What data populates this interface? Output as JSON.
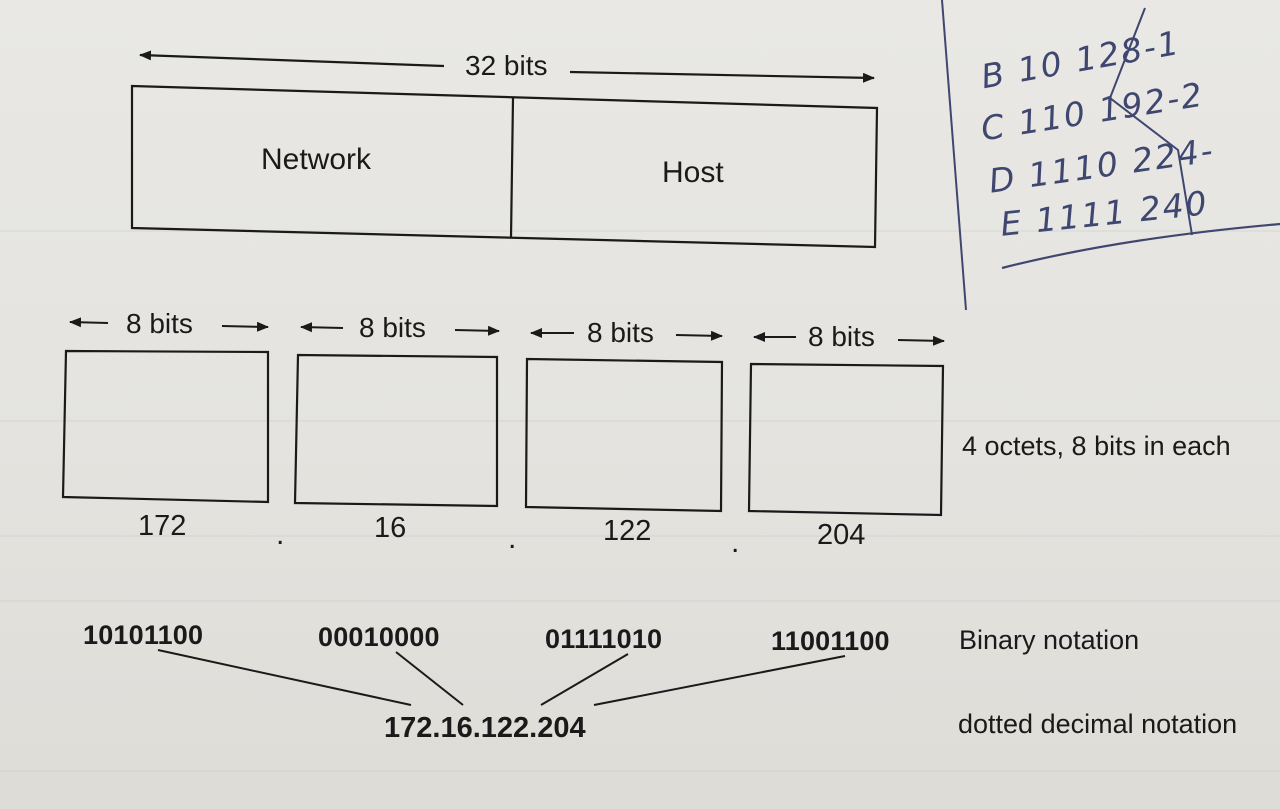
{
  "diagram": {
    "total_bits_label": "32 bits",
    "network_label": "Network",
    "host_label": "Host",
    "octet_bits_label": "8 bits",
    "octets": [
      {
        "decimal": "172",
        "binary": "10101100"
      },
      {
        "decimal": "16",
        "binary": "00010000"
      },
      {
        "decimal": "122",
        "binary": "01111010"
      },
      {
        "decimal": "204",
        "binary": "11001100"
      }
    ],
    "separator": ".",
    "octets_caption": "4 octets, 8 bits in each",
    "binary_caption": "Binary notation",
    "dotted_address": "172.16.122.204",
    "dotted_caption": "dotted decimal notation"
  },
  "handwritten_notes": [
    {
      "cls": "B",
      "bits": "10",
      "range": "128-1"
    },
    {
      "cls": "C",
      "bits": "110",
      "range": "192-2"
    },
    {
      "cls": "D",
      "bits": "1110",
      "range": "224-"
    },
    {
      "cls": "E",
      "bits": "1111",
      "range": "240"
    }
  ],
  "colors": {
    "ink": "#1a1a1a",
    "pen": "#3f4770",
    "paper": "#e6e5e1"
  }
}
